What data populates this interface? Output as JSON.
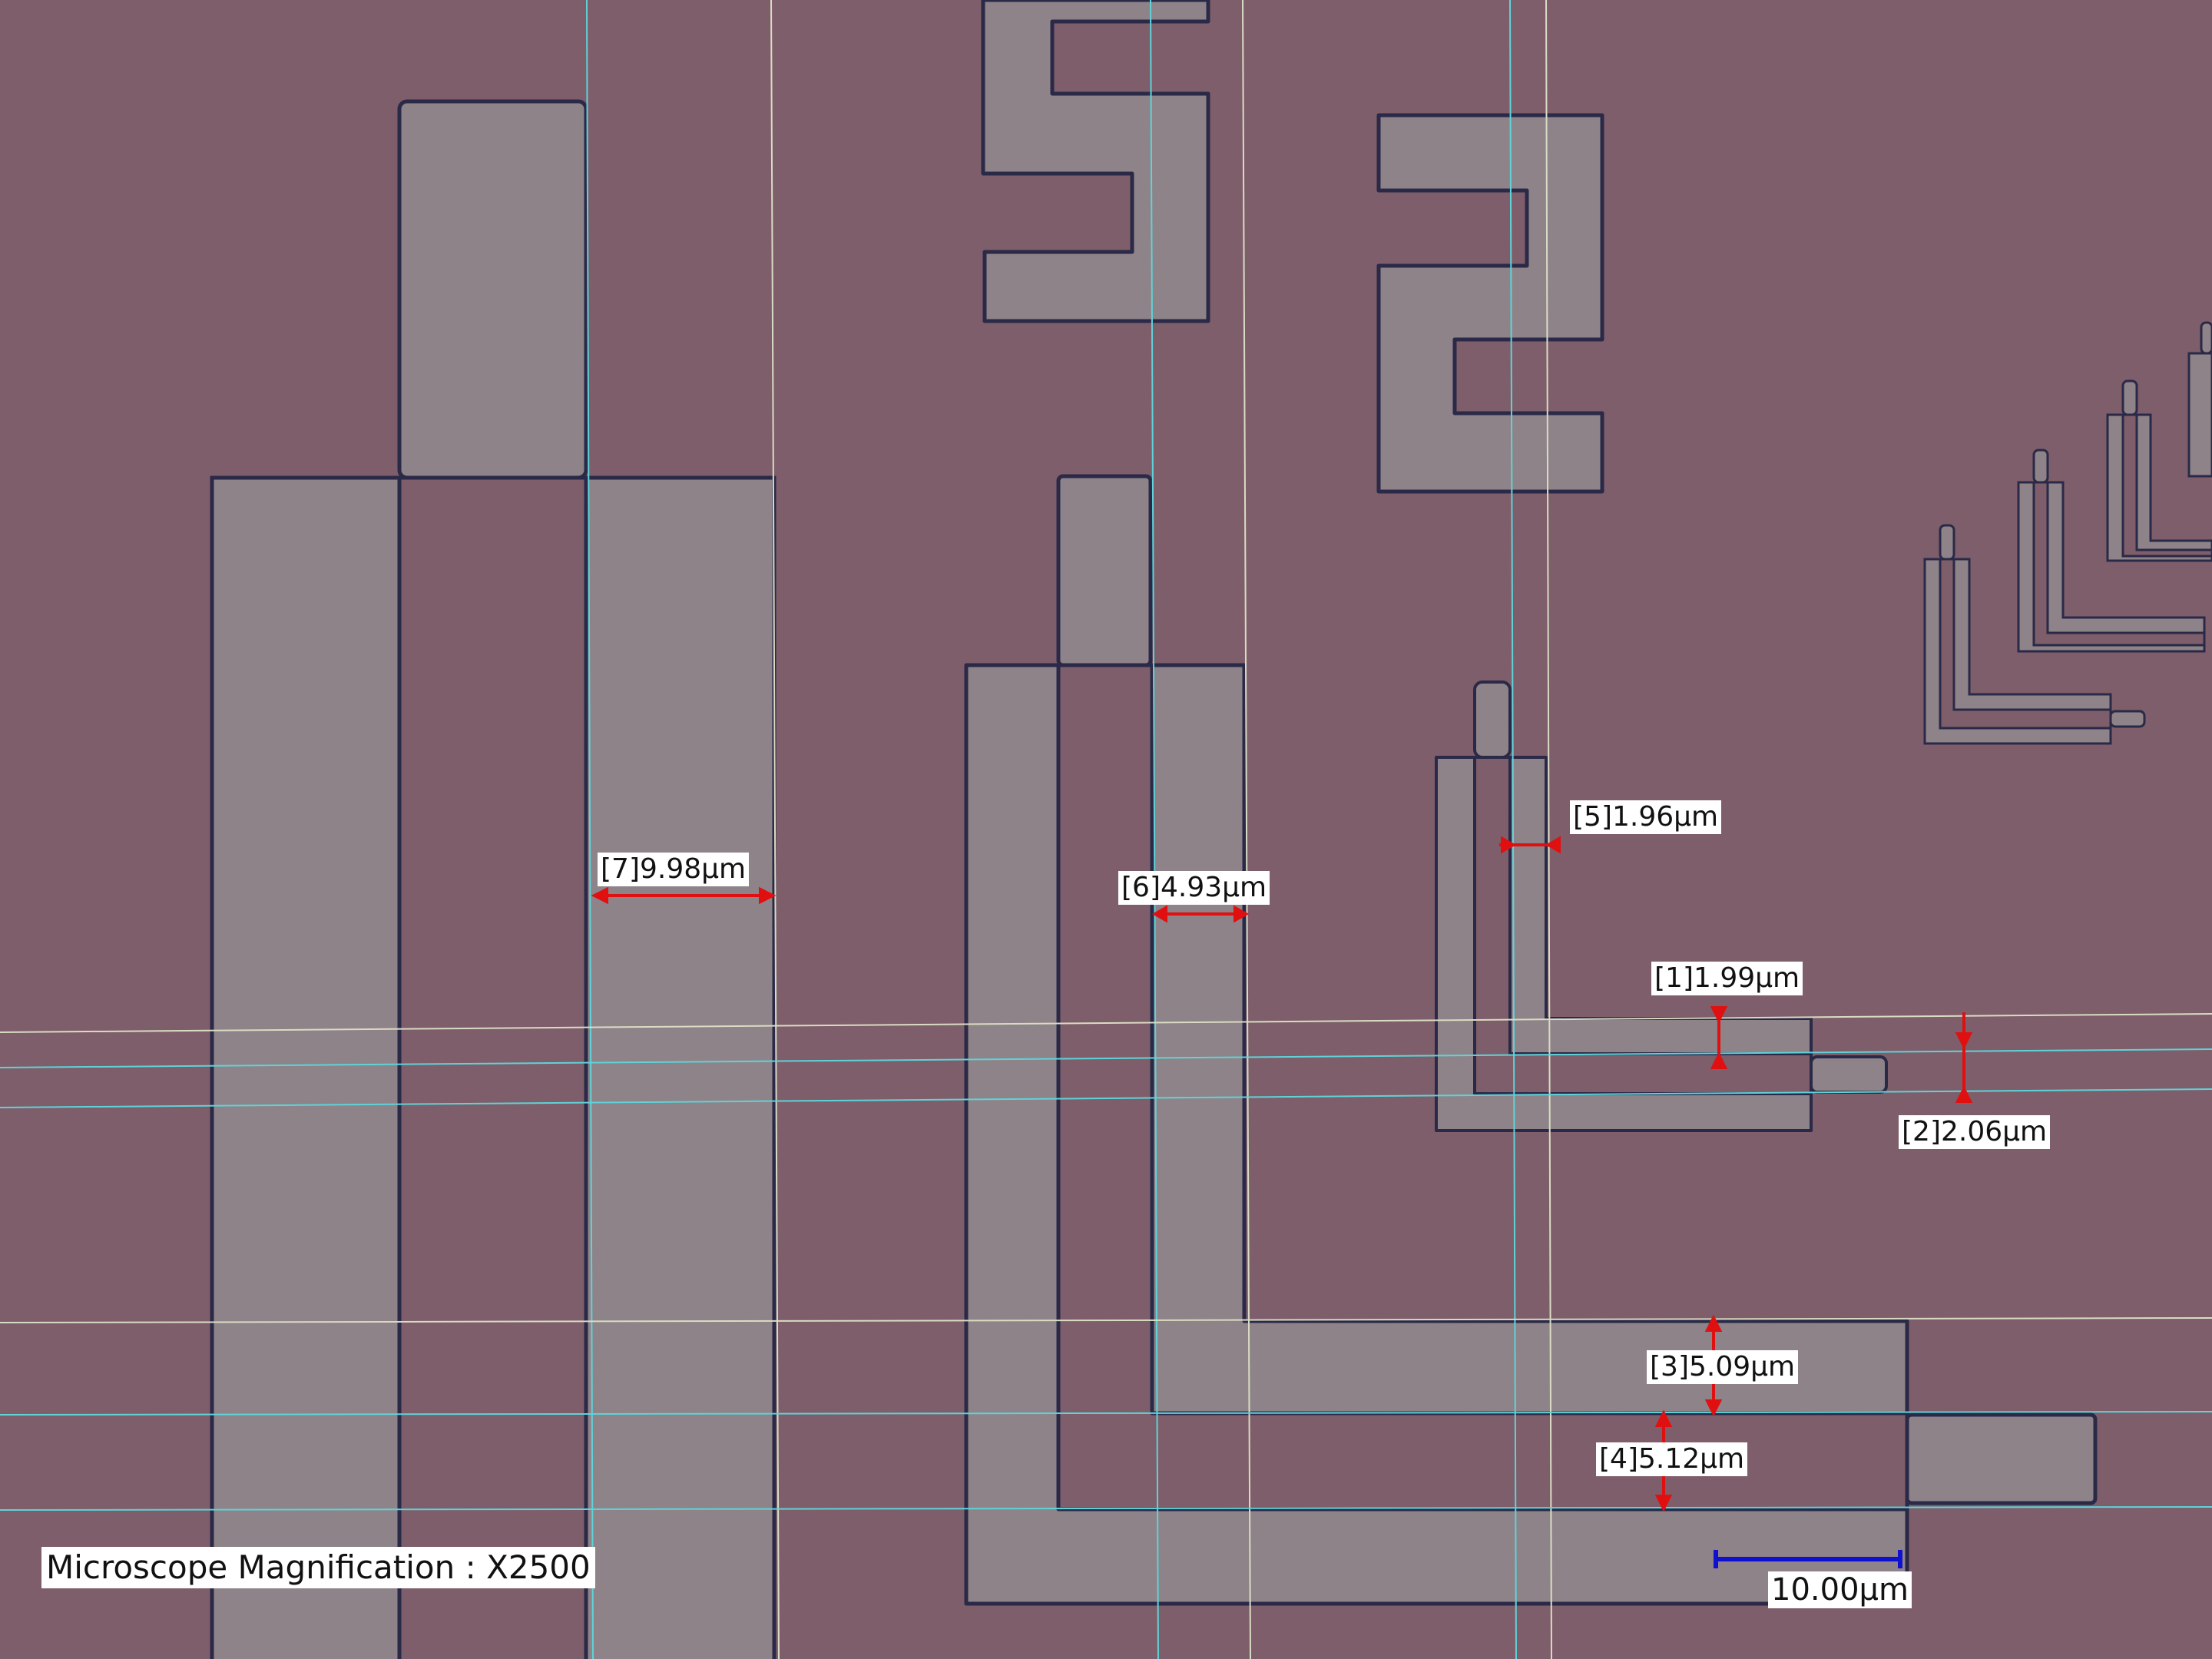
{
  "image": {
    "background_color": "#7e5e6a",
    "feature_fill_color": "#8e8388",
    "edge_color": "#2a2a48",
    "guide_line_colors": [
      "#5fd3d8",
      "#d9dcc4"
    ],
    "measurement_color": "#e01010",
    "scale_bar_color": "#1010d0",
    "magnification_text": "Microscope Magnification : X2500",
    "scale_bar_label": "10.00μm",
    "characters": [
      "5",
      "2"
    ]
  },
  "measurements": [
    {
      "id": "1",
      "label": "[1]1.99μm",
      "value_um": 1.99
    },
    {
      "id": "2",
      "label": "[2]2.06μm",
      "value_um": 2.06
    },
    {
      "id": "3",
      "label": "[3]5.09μm",
      "value_um": 5.09
    },
    {
      "id": "4",
      "label": "[4]5.12μm",
      "value_um": 5.12
    },
    {
      "id": "5",
      "label": "[5]1.96μm",
      "value_um": 1.96
    },
    {
      "id": "6",
      "label": "[6]4.93μm",
      "value_um": 4.93
    },
    {
      "id": "7",
      "label": "[7]9.98μm",
      "value_um": 9.98
    }
  ],
  "scale_bar": {
    "value_um": 10.0
  }
}
